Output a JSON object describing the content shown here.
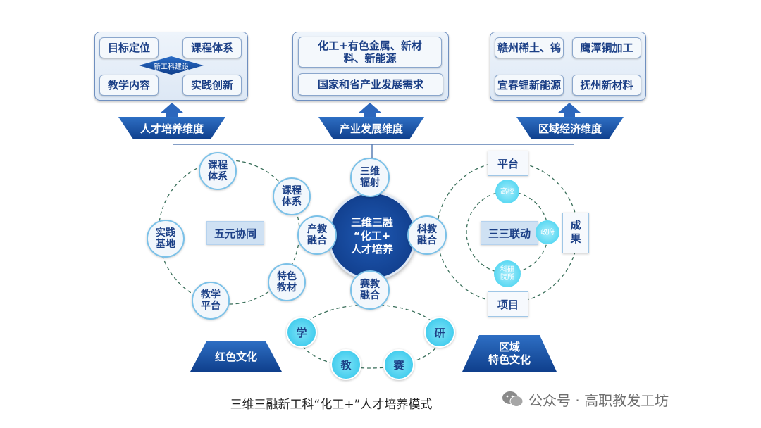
{
  "top_left": {
    "cells": [
      "目标定位",
      "课程体系",
      "教学内容",
      "实践创新"
    ],
    "center_label": "新工科建设",
    "dimension": "人才培养维度"
  },
  "top_mid": {
    "cells": [
      "化工+有色金属、新材料、新能源",
      "国家和省产业发展需求"
    ],
    "dimension": "产业发展维度"
  },
  "top_right": {
    "cells": [
      "赣州稀土、钨",
      "鹰潭铜加工",
      "宜春锂新能源",
      "抚州新材料"
    ],
    "dimension": "区域经济维度"
  },
  "center": {
    "core": [
      "三维三融",
      "“化工+",
      "人才培养"
    ],
    "top": [
      "三维",
      "辐射"
    ],
    "left": [
      "产教",
      "融合"
    ],
    "right": [
      "科教",
      "融合"
    ],
    "bottom": [
      "赛教",
      "融合"
    ]
  },
  "left_ring": {
    "label": "五元协同",
    "nodes": [
      [
        "课程",
        "体系"
      ],
      [
        "课程",
        "体系"
      ],
      [
        "实践",
        "基地"
      ],
      [
        "特色",
        "教材"
      ],
      [
        "教学",
        "平台"
      ]
    ]
  },
  "right_ring": {
    "label": "三三联动",
    "outer": [
      "平台",
      "成果",
      "项目"
    ],
    "inner": [
      "高校",
      "政府",
      [
        "科研",
        "院所"
      ]
    ]
  },
  "bottom_ring": {
    "nodes": [
      "学",
      "研",
      "教",
      "赛"
    ]
  },
  "bottom_left_label": "红色文化",
  "bottom_right_label": [
    "区域",
    "特色文化"
  ],
  "caption": "三维三融新工科“化工+”人才培养模式",
  "watermark": "公众号 · 高职教发工坊",
  "colors": {
    "dark_blue": "#0f3f8c",
    "accent_blue": "#1c5ab4",
    "cyan": "#2cc4ea",
    "text": "#1b3f86"
  }
}
